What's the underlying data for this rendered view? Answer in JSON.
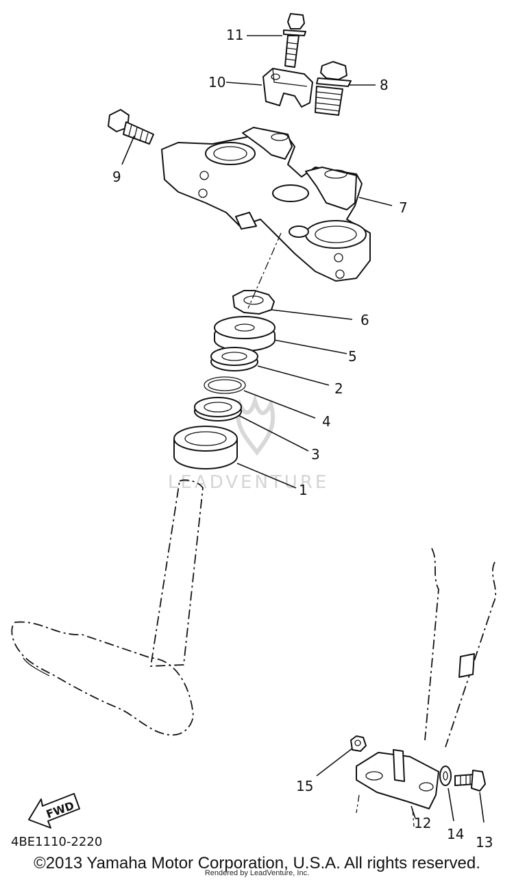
{
  "watermark": "LEADVENTURE",
  "diagram_code": "4BE1110-2220",
  "fwd_label": "FWD",
  "callouts": {
    "c1": "1",
    "c2": "2",
    "c3": "3",
    "c4": "4",
    "c5": "5",
    "c6": "6",
    "c7": "7",
    "c8": "8",
    "c9": "9",
    "c10": "10",
    "c11": "11",
    "c12": "12",
    "c13": "13",
    "c14": "14",
    "c15": "15"
  },
  "copyright": "©2013 Yamaha Motor Corporation, U.S.A. All rights reserved.",
  "rendered_by": "Rendered by LeadVenture, Inc."
}
